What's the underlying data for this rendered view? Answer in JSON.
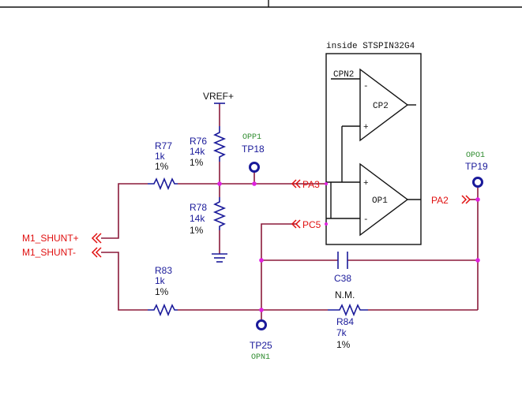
{
  "ic_title": "inside STSPIN32G4",
  "opamps": {
    "cp2": {
      "name": "CP2",
      "pin_label": "CPN2",
      "minus": "-",
      "plus": "+"
    },
    "op1": {
      "name": "OP1",
      "minus": "-",
      "plus": "+"
    }
  },
  "power": {
    "vref": "VREF+"
  },
  "resistors": {
    "r77": {
      "ref": "R77",
      "value": "1k",
      "tol": "1%"
    },
    "r76": {
      "ref": "R76",
      "value": "14k",
      "tol": "1%"
    },
    "r78": {
      "ref": "R78",
      "value": "14k",
      "tol": "1%"
    },
    "r83": {
      "ref": "R83",
      "value": "1k",
      "tol": "1%"
    },
    "r84": {
      "ref": "R84",
      "value": "7k",
      "tol": "1%",
      "note": "N.M."
    }
  },
  "capacitor": {
    "ref": "C38"
  },
  "testpoints": {
    "tp18": {
      "ref": "TP18",
      "net": "OPP1"
    },
    "tp19": {
      "ref": "TP19",
      "net": "OPO1"
    },
    "tp25": {
      "ref": "TP25",
      "net": "OPN1"
    }
  },
  "ports": {
    "pa3": "PA3",
    "pc5": "PC5",
    "pa2": "PA2",
    "m1_shunt_p": "M1_SHUNT+",
    "m1_shunt_n": "M1_SHUNT-"
  },
  "colors": {
    "wire": "#8b1a3a",
    "component": "#1a1a9a",
    "port": "#e01010",
    "junction": "#e020e0",
    "net_label": "#2e8b2e"
  }
}
